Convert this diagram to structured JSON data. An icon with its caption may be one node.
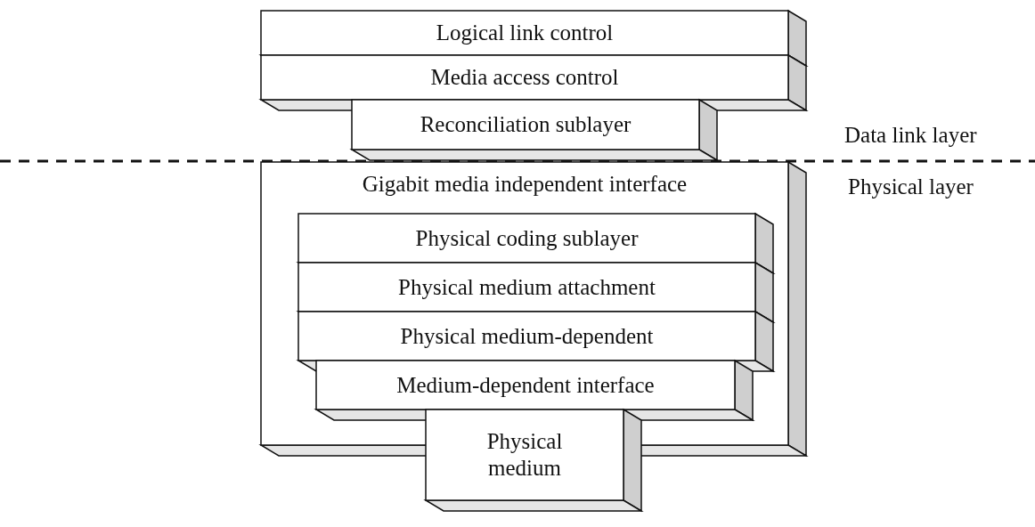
{
  "diagram": {
    "nodes": [
      {
        "text": [
          "Logical link control"
        ]
      },
      {
        "text": [
          "Media access control"
        ]
      },
      {
        "text": [
          "Reconciliation sublayer"
        ]
      },
      {
        "text": [
          "Gigabit media independent interface"
        ]
      },
      {
        "text": [
          "Physical coding sublayer"
        ],
        "in": 3
      },
      {
        "text": [
          "Physical medium attachment"
        ],
        "in": 3
      },
      {
        "text": [
          "Physical medium-dependent"
        ],
        "in": 3
      },
      {
        "text": [
          "Medium-dependent interface"
        ],
        "in": 3
      },
      {
        "text": [
          "Physical medium"
        ]
      }
    ],
    "labels": [
      "Data link layer",
      "Physical layer"
    ]
  }
}
